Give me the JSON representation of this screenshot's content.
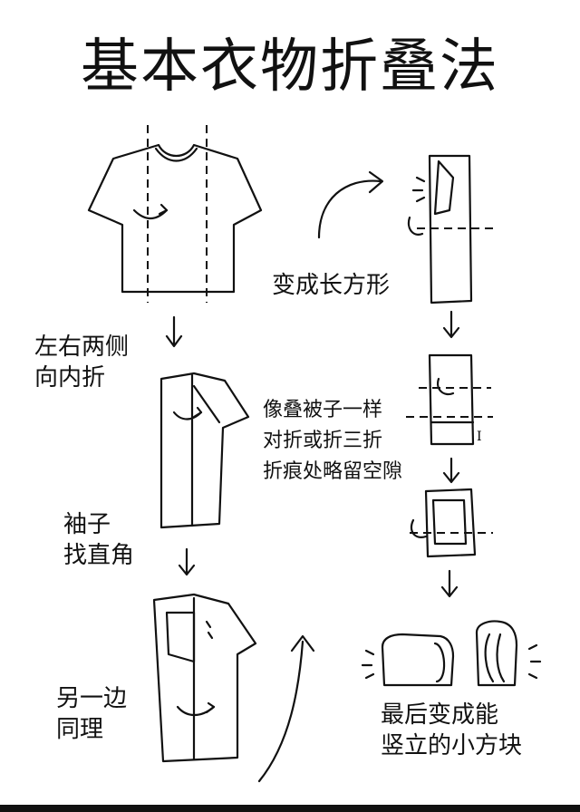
{
  "title": "基本衣物折叠法",
  "steps": {
    "left_right_fold": [
      "左右两侧",
      "向内折"
    ],
    "sleeve_right_angle": [
      "袖子",
      "找直角"
    ],
    "other_side_same": [
      "另一边",
      "同理"
    ],
    "become_rectangle": "变成长方形",
    "fold_like_quilt": [
      "像叠被子一样",
      "对折或折三折",
      "折痕处略留空隙"
    ],
    "final_square": [
      "最后变成能",
      "竖立的小方块"
    ]
  },
  "fold_gap_mark": "I"
}
